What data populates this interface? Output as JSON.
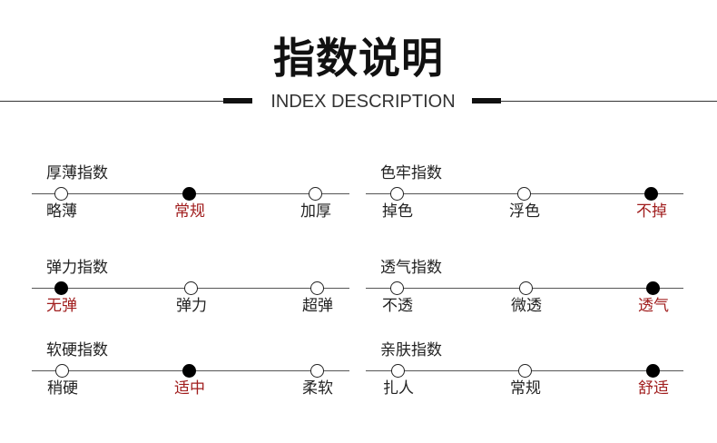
{
  "header": {
    "title": "指数说明",
    "subtitle": "INDEX DESCRIPTION"
  },
  "colors": {
    "accent": "#a01d1d",
    "line": "#555555",
    "dot_active": "#000000"
  },
  "indexes": [
    {
      "title": "厚薄指数",
      "options": [
        "略薄",
        "常规",
        "加厚"
      ],
      "selected": 1
    },
    {
      "title": "色牢指数",
      "options": [
        "掉色",
        "浮色",
        "不掉"
      ],
      "selected": 2
    },
    {
      "title": "弹力指数",
      "options": [
        "无弹",
        "弹力",
        "超弹"
      ],
      "selected": 0
    },
    {
      "title": "透气指数",
      "options": [
        "不透",
        "微透",
        "透气"
      ],
      "selected": 2
    },
    {
      "title": "软硬指数",
      "options": [
        "稍硬",
        "适中",
        "柔软"
      ],
      "selected": 1
    },
    {
      "title": "亲肤指数",
      "options": [
        "扎人",
        "常规",
        "舒适"
      ],
      "selected": 2
    }
  ]
}
